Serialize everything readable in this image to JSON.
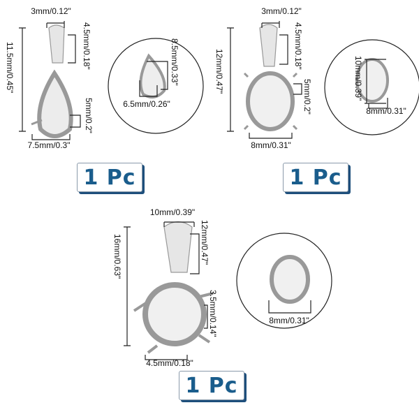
{
  "products": [
    {
      "dims": {
        "bail_width": "3mm/0.12\"",
        "bail_height": "4.5mm/0.18\"",
        "total_height": "11.5mm/0.45\"",
        "prong_height": "5mm/0.2\"",
        "width": "7.5mm/0.3\""
      },
      "detail": {
        "inner_height": "8.5mm/0.33\"",
        "inner_width": "6.5mm/0.26\""
      },
      "quantity": "1 Pc"
    },
    {
      "dims": {
        "bail_width": "3mm/0.12\"",
        "bail_height": "4.5mm/0.18\"",
        "total_height": "12mm/0.47\"",
        "prong_height": "5mm/0.2\"",
        "width": "8mm/0.31\""
      },
      "detail": {
        "inner_height": "10mm/0.39\"",
        "inner_width": "8mm/0.31\""
      },
      "quantity": "1 Pc"
    },
    {
      "dims": {
        "bail_width": "10mm/0.39\"",
        "bail_height": "12mm/0.47\"",
        "total_height": "16mm/0.63\"",
        "prong_height": "3.5mm/0.14\"",
        "width": "4.5mm/0.18\""
      },
      "detail": {
        "inner_width": "8mm/0.31\""
      },
      "quantity": "1 Pc"
    }
  ],
  "colors": {
    "badge_text": "#1a5d8c",
    "badge_shadow": "#1e4f7c"
  }
}
